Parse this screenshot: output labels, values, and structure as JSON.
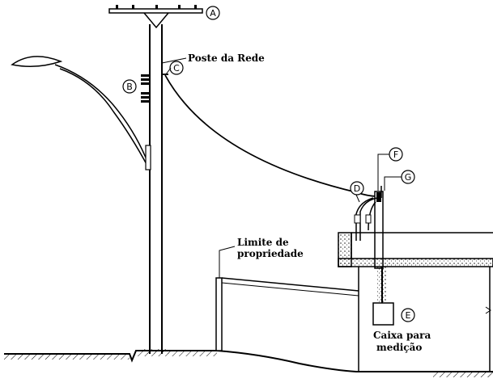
{
  "labels": {
    "poste_da_rede": "Poste da Rede",
    "limite_line1": "Limite de",
    "limite_line2": "propriedade",
    "caixa_line1": "Caixa para",
    "caixa_line2": "medição"
  },
  "markers": {
    "a": "A",
    "b": "B",
    "c": "C",
    "d": "D",
    "e": "E",
    "f": "F",
    "g": "G"
  }
}
